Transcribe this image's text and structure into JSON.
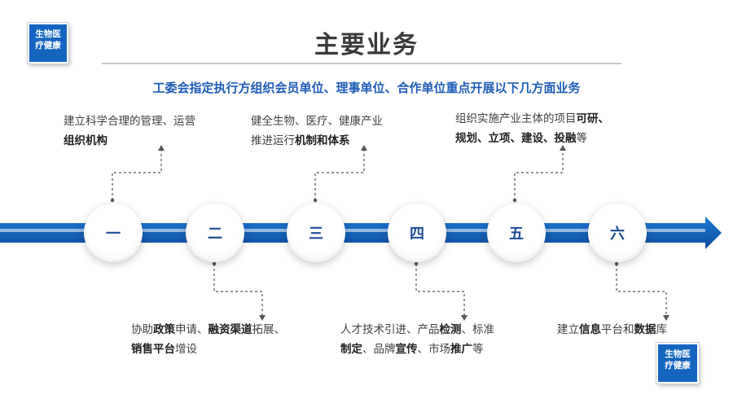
{
  "logo": {
    "line1": "生物医",
    "line2": "疗健康"
  },
  "title": "主要业务",
  "subtitle": "工委会指定执行方组织会员单位、理事单位、合作单位重点开展以下几方面业务",
  "nodes": [
    "一",
    "二",
    "三",
    "四",
    "五",
    "六"
  ],
  "notes": {
    "n1": {
      "p1": "建立科学合理的管理、运营",
      "b1": "组织机构"
    },
    "n2": {
      "p1": "协助",
      "b1": "政策",
      "p2": "申请、",
      "b2": "融资渠道",
      "p3": "拓展、",
      "b3": "销售平台",
      "p4": "增设"
    },
    "n3": {
      "p1": "健全生物、医疗、健康产业",
      "p2": "推进运行",
      "b1": "机制和体系"
    },
    "n4": {
      "p1": "人才技术引进、产品",
      "b1": "检测",
      "p2": "、标准",
      "b2": "制定",
      "p3": "、品牌",
      "b3": "宣传",
      "p4": "、市场",
      "b4": "推广",
      "p5": "等"
    },
    "n5": {
      "p1": "组织实施产业主体的项目",
      "b1": "可研、",
      "b2": "规划、立项、建设、投融",
      "p2": "等"
    },
    "n6": {
      "p1": "建立",
      "b1": "信息",
      "p2": "平台和",
      "b2": "数据",
      "p3": "库"
    }
  },
  "colors": {
    "accent": "#1565c0",
    "arrow": "#1565c0",
    "node_text": "#1e4d96"
  }
}
